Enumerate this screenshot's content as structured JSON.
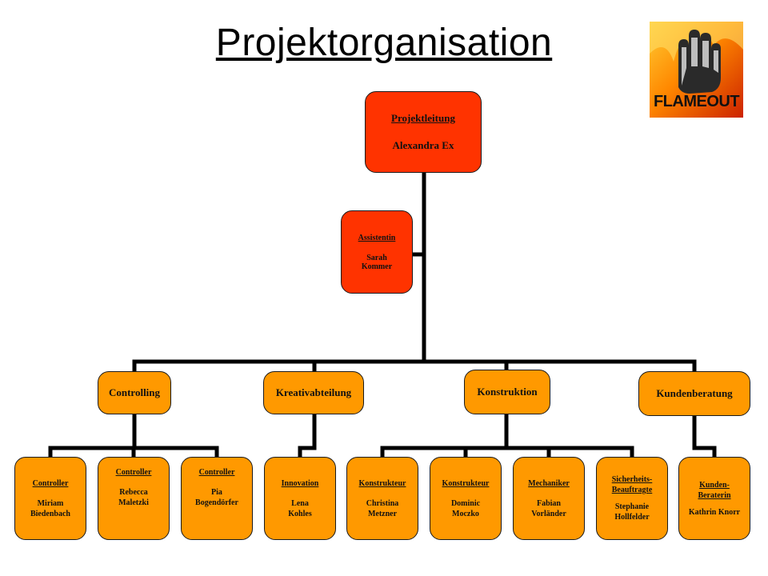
{
  "title": "Projektorganisation",
  "logo": {
    "text": "FLAMEOUT",
    "icon": "raised-hand-icon"
  },
  "colors": {
    "top": "#ff3300",
    "department": "#ff9900",
    "line": "#000000"
  },
  "leader": {
    "role": "Projektleitung",
    "name": "Alexandra Ex"
  },
  "assistant": {
    "role": "Assistentin",
    "name": "Sarah\nKommer"
  },
  "departments": [
    {
      "label": "Controlling"
    },
    {
      "label": "Kreativabteilung"
    },
    {
      "label": "Konstruktion"
    },
    {
      "label": "Kundenberatung"
    }
  ],
  "members": [
    {
      "role": "Controller",
      "name": "Miriam\nBiedenbach"
    },
    {
      "role": "Controller",
      "name": "Rebecca\nMaletzki"
    },
    {
      "role": "Controller",
      "name": "Pia\nBogendörfer"
    },
    {
      "role": "Innovation",
      "name": "Lena\nKohles"
    },
    {
      "role": "Konstrukteur",
      "name": "Christina\nMetzner"
    },
    {
      "role": "Konstrukteur",
      "name": "Dominic\nMoczko"
    },
    {
      "role": "Mechaniker",
      "name": "Fabian\nVorländer"
    },
    {
      "role": "Sicherheits-\nBeauftragte",
      "name": "Stephanie\nHollfelder"
    },
    {
      "role": "Kunden-\nBeraterin",
      "name": "Kathrin Knorr"
    }
  ]
}
